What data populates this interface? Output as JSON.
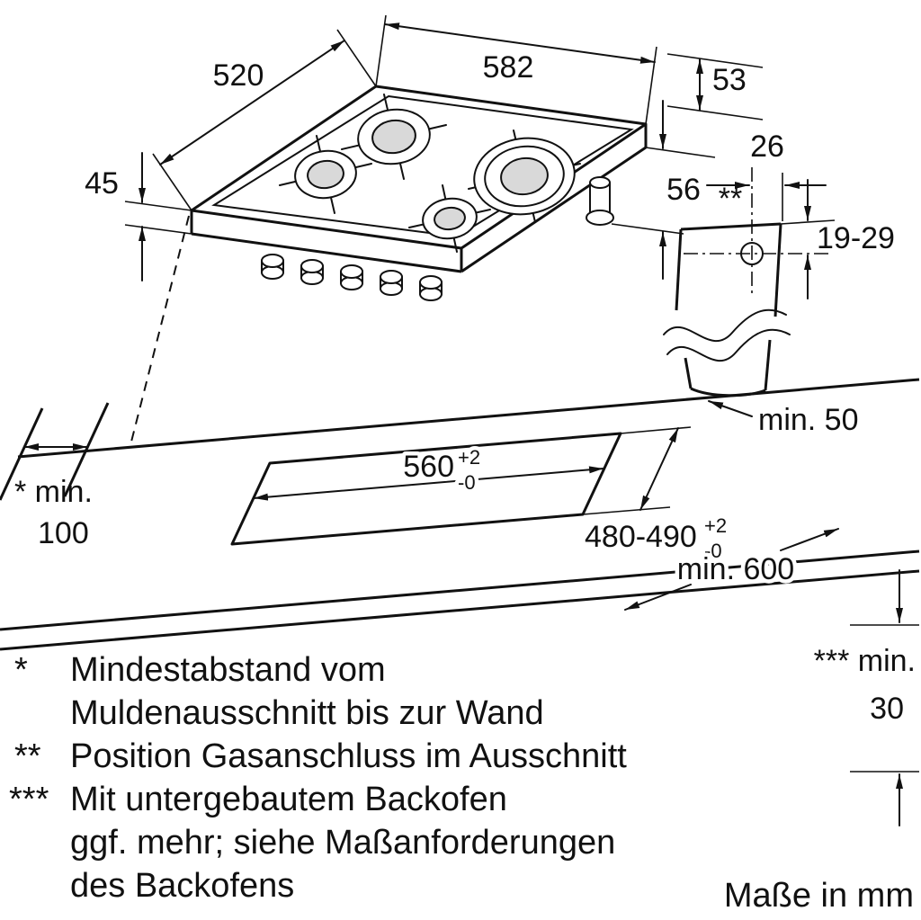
{
  "colors": {
    "line": "#111111",
    "burner_fill": "#d9d9d9",
    "background": "#ffffff"
  },
  "dimensions": {
    "hob_width": "582",
    "hob_depth": "520",
    "d53": "53",
    "d45": "45",
    "d56": "56",
    "d26": "26",
    "d19_29": "19-29",
    "min50": "min. 50",
    "min600": "min. 600",
    "gas_pos_marker": "**",
    "min100": {
      "prefix": "* min.",
      "value": "100"
    },
    "min30": {
      "prefix": "*** min.",
      "value": "30"
    },
    "cutout_width": {
      "base": "560",
      "tol_plus": "+2",
      "tol_minus": "-0"
    },
    "cutout_depth": {
      "base": "480-490",
      "tol_plus": "+2",
      "tol_minus": "-0"
    }
  },
  "footnotes": {
    "star1_symbol": "*",
    "star1_line1": "Mindestabstand vom",
    "star1_line2": "Muldenausschnitt bis zur Wand",
    "star2_symbol": "**",
    "star2_line1": "Position Gasanschluss im Ausschnitt",
    "star3_symbol": "***",
    "star3_line1": "Mit untergebautem Backofen",
    "star3_line2": "ggf. mehr; siehe Maßanforderungen",
    "star3_line3": "des Backofens",
    "units_note": "Maße in mm"
  }
}
